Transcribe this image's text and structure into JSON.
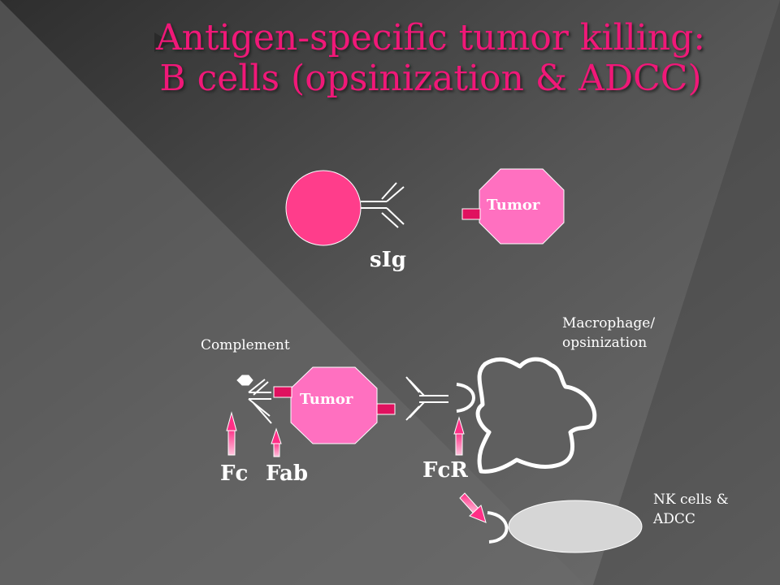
{
  "title": {
    "line1": "Antigen-specific tumor killing:",
    "line2": "B cells (opsinization & ADCC)"
  },
  "labels": {
    "tumor_top": "Tumor",
    "tumor_bottom": "Tumor",
    "sig": "sIg",
    "complement": "Complement",
    "macrophage_line1": "Macrophage/",
    "macrophage_line2": "opsinization",
    "fc": "Fc",
    "fab": "Fab",
    "fcr": "FcR",
    "nk_line1": "NK cells &",
    "nk_line2": "ADCC"
  },
  "colors": {
    "b_cell": "#ff3d8b",
    "tumor": "#ff70c0",
    "antigen": "#e0115f",
    "title": "#f01878",
    "nk_cell": "#d6d6d6",
    "macrophage": "#5f5f5f"
  }
}
